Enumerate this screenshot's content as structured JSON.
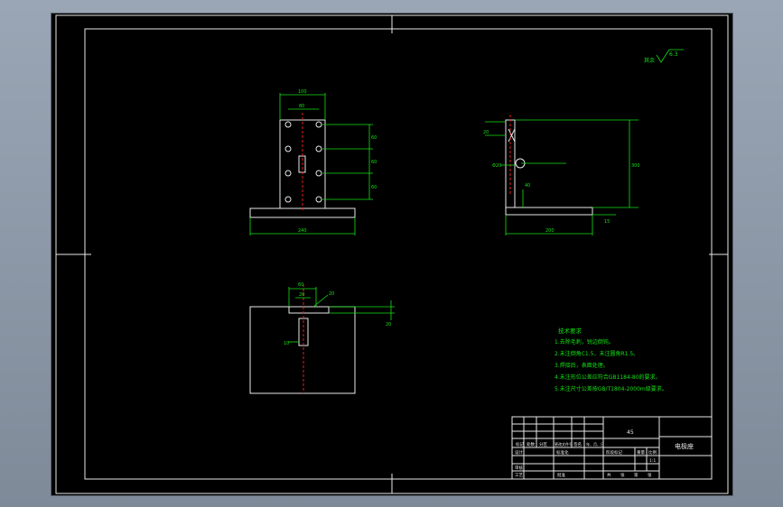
{
  "roughness": {
    "label": "其余",
    "value": "6.3"
  },
  "front_view": {
    "top_width": "100",
    "inner_width": "80",
    "base_width": "240",
    "spacing_1": "60",
    "spacing_2": "60",
    "spacing_3": "60"
  },
  "side_view": {
    "left_dim": "20",
    "hole_dim": "Φ20",
    "lower_dim": "40",
    "height_dim": "300",
    "base_height": "15",
    "base_width": "200"
  },
  "top_view": {
    "dim_a": "60",
    "dim_b": "20",
    "dim_c": "20",
    "dim_d": "20",
    "dim_e": "10"
  },
  "tech_requirements": {
    "title": "技术要求",
    "items": [
      "1.去除毛刺，锐边倒钝。",
      "2.未注倒角C1.5，未注圆角R1.5。",
      "3.焊接后，表面处理。",
      "4.未注形位公差应符合GB1184-80的要求。",
      "5.未注尺寸公差按GB/T1804-2000m级要求。"
    ]
  },
  "title_block": {
    "material": "45",
    "part_name": "电极座",
    "scale": "1:1",
    "row_labels": [
      "标记",
      "处数",
      "分区",
      "更改文件号",
      "签名",
      "年、月、日"
    ],
    "designer_label": "设计",
    "standard_label": "标准化",
    "reviewer_label": "审核",
    "process_label": "工艺",
    "approve_label": "批准",
    "stage_label": "阶段标记",
    "weight_label": "重量",
    "scale_label": "比例",
    "sheet_total": "共",
    "sheet_label": "张",
    "sheet_no": "第",
    "sheet_suffix": "张"
  }
}
